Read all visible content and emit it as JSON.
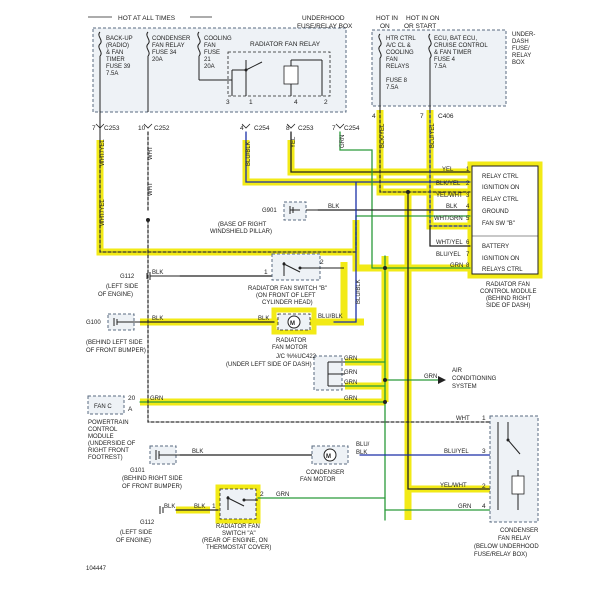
{
  "figure_id": "104447",
  "fuse_box_left": {
    "header": "HOT AT ALL TIMES",
    "title_l1": "UNDERHOOD",
    "title_l2": "FUSE/RELAY BOX",
    "fuse1": [
      "BACK-UP",
      "(RADIO)",
      "& FAN",
      "TIMER",
      "FUSE 39",
      "7.5A"
    ],
    "fuse2": [
      "CONDENSER",
      "FAN RELAY",
      "FUSE 34",
      "20A"
    ],
    "fuse3": [
      "COOLING",
      "FAN",
      "FUSE",
      "21",
      "20A"
    ],
    "relay": "RADIATOR FAN RELAY",
    "relay_pins": [
      "3",
      "1",
      "4",
      "2"
    ]
  },
  "fuse_box_right": {
    "head1_l1": "HOT IN",
    "head1_l2": "ON",
    "head2_l1": "HOT IN ON",
    "head2_l2": "OR START",
    "title": [
      "UNDER-",
      "DASH",
      "FUSE/",
      "RELAY",
      "BOX"
    ],
    "fuse1": [
      "HTR CTRL",
      "A/C CL &",
      "COOLING",
      "FAN",
      "RELAYS",
      "FUSE 8",
      "7.5A"
    ],
    "fuse2": [
      "ECU, BAT ECU,",
      "CRUISE CONTROL",
      "& FAN TIMER",
      "FUSE 4",
      "7.5A"
    ],
    "conn": "C406",
    "pins": [
      "4",
      "7"
    ]
  },
  "top_pins": {
    "c253a": {
      "pin": "7",
      "conn": "C253"
    },
    "c252": {
      "pin": "10",
      "conn": "C252"
    },
    "c254a": {
      "pin": "4",
      "conn": "C254"
    },
    "c253b": {
      "pin": "8",
      "conn": "C253"
    },
    "c254b": {
      "pin": "7",
      "conn": "C254"
    }
  },
  "wire_colors": {
    "blu_blk": "BLU/BLK",
    "yel": "YEL",
    "grn": "GRN",
    "blk_yel": "BLK/YEL",
    "blu_yel": "BLU/YEL",
    "wht_yel": "WHT/YEL",
    "wht": "WHT",
    "blk": "BLK",
    "yel_wht": "YEL/WHT",
    "blu_blk_short": "BLU/\nBLK",
    "blu": "BLU/",
    "blk2": "BLK"
  },
  "control_module": {
    "title": [
      "RADIATOR FAN",
      "CONTROL MODULE",
      "(BEHIND RIGHT",
      "SIDE OF DASH)"
    ],
    "pins": [
      {
        "n": "1",
        "wire": "YEL",
        "label": "RELAY CTRL"
      },
      {
        "n": "2",
        "wire": "BLK/YEL",
        "label": "IGNITION ON"
      },
      {
        "n": "3",
        "wire": "YEL/WHT",
        "label": "RELAY CTRL"
      },
      {
        "n": "4",
        "wire": "BLK",
        "label": "GROUND"
      },
      {
        "n": "5",
        "wire": "WHT/GRN",
        "label": "FAN SW \"B\""
      },
      {
        "n": "6",
        "wire": "WHT/YEL",
        "label": "BATTERY"
      },
      {
        "n": "7",
        "wire": "BLU/YEL",
        "label": "IGNITION ON"
      },
      {
        "n": "8",
        "wire": "GRN",
        "label": "RELAYS CTRL"
      }
    ]
  },
  "grounds": {
    "g901": [
      "G901",
      "(BASE OF RIGHT",
      "WINDSHIELD PILLAR)"
    ],
    "g112a": [
      "G112",
      "(LEFT SIDE",
      "OF ENGINE)"
    ],
    "g100": [
      "G100",
      "(BEHIND LEFT SIDE",
      "OF FRONT BUMPER)"
    ],
    "g101": [
      "G101",
      "(BEHIND RIGHT SIDE",
      "OF FRONT BUMPER)"
    ],
    "g112b": [
      "G112",
      "(LEFT SIDE",
      "OF ENGINE)"
    ]
  },
  "components": {
    "fan_switch_b": [
      "RADIATOR FAN SWITCH \"B\"",
      "(ON FRONT OF LEFT",
      "CYLINDER HEAD)"
    ],
    "fan_motor": [
      "RADIATOR",
      "FAN MOTOR"
    ],
    "jc": [
      "J/C %%UC422",
      "(UNDER LEFT SIDE OF DASH)"
    ],
    "ac_system": [
      "AIR",
      "CONDITIONING",
      "SYSTEM"
    ],
    "pcm_box": "FAN C",
    "pcm": [
      "POWERTRAIN",
      "CONTROL",
      "MODULE",
      "(UNDERSIDE OF",
      "RIGHT FRONT",
      "FOOTREST)"
    ],
    "cond_motor": [
      "CONDENSER",
      "FAN MOTOR"
    ],
    "fan_switch_a": [
      "RADIATOR FAN",
      "SWITCH \"A\"",
      "(REAR OF ENGINE, ON",
      "THERMOSTAT COVER)"
    ],
    "cond_relay": [
      "CONDENSER",
      "FAN RELAY",
      "(BELOW UNDERHOOD",
      "FUSE/RELAY BOX)"
    ],
    "motor_symbol": "M",
    "pcm_pins": [
      "20",
      "A"
    ],
    "switch_pins": [
      "1",
      "2"
    ],
    "relay_pins": [
      "1",
      "3",
      "2",
      "4"
    ]
  }
}
